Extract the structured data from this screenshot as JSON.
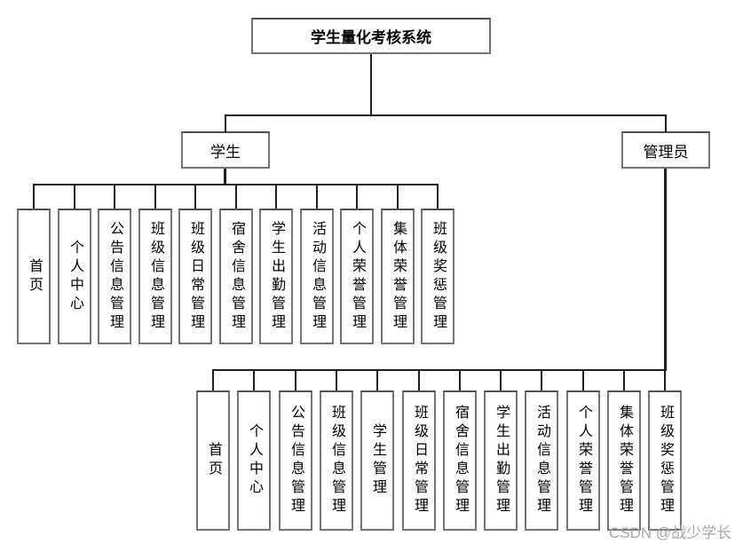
{
  "diagram": {
    "root": {
      "label": "学生量化考核系统"
    },
    "branches": [
      {
        "label": "学生",
        "children": [
          "首页",
          "个人中心",
          "公告信息管理",
          "班级信息管理",
          "班级日常管理",
          "宿舍信息管理",
          "学生出勤管理",
          "活动信息管理",
          "个人荣誉管理",
          "集体荣誉管理",
          "班级奖惩管理"
        ]
      },
      {
        "label": "管理员",
        "children": [
          "首页",
          "个人中心",
          "公告信息管理",
          "班级信息管理",
          "学生管理",
          "班级日常管理",
          "宿舍信息管理",
          "学生出勤管理",
          "活动信息管理",
          "个人荣誉管理",
          "集体荣誉管理",
          "班级奖惩管理"
        ]
      }
    ]
  },
  "watermark": {
    "text": "CSDN @战少学长"
  },
  "colors": {
    "line": "#1f1f1f",
    "box_border": "#757575",
    "box_fill": "#ffffff",
    "text": "#000000",
    "watermark": "#a8a8a8",
    "background": "#ffffff"
  }
}
